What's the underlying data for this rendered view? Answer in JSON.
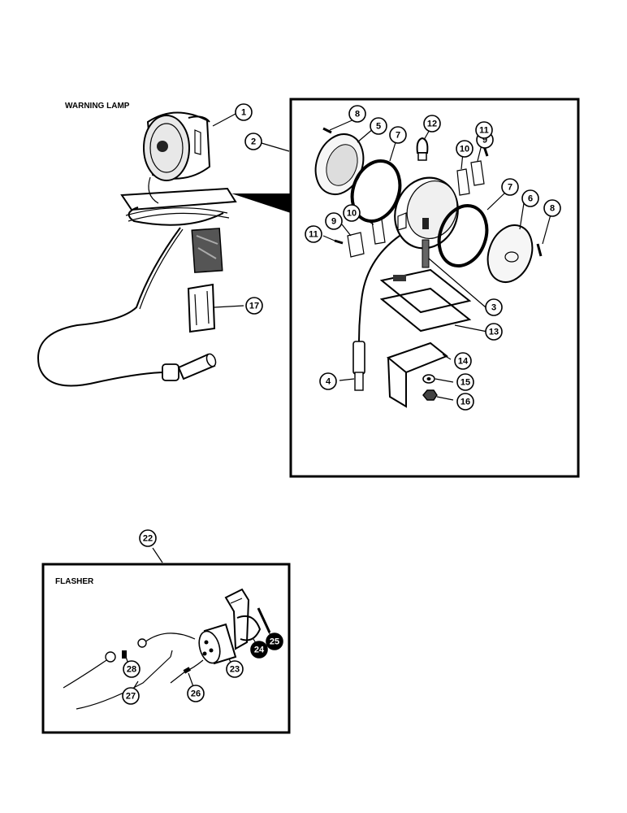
{
  "sections": {
    "warning_lamp_label": "WARNING LAMP",
    "flasher_label": "FLASHER"
  },
  "callouts": [
    {
      "id": "c1",
      "label": "1"
    },
    {
      "id": "c2",
      "label": "2"
    },
    {
      "id": "c8a",
      "label": "8"
    },
    {
      "id": "c5",
      "label": "5"
    },
    {
      "id": "c7a",
      "label": "7"
    },
    {
      "id": "c12",
      "label": "12"
    },
    {
      "id": "c10a",
      "label": "10"
    },
    {
      "id": "c9a",
      "label": "9"
    },
    {
      "id": "c11a",
      "label": "11"
    },
    {
      "id": "c7b",
      "label": "7"
    },
    {
      "id": "c6",
      "label": "6"
    },
    {
      "id": "c8b",
      "label": "8"
    },
    {
      "id": "c11b",
      "label": "11"
    },
    {
      "id": "c9b",
      "label": "9"
    },
    {
      "id": "c10b",
      "label": "10"
    },
    {
      "id": "c3",
      "label": "3"
    },
    {
      "id": "c13",
      "label": "13"
    },
    {
      "id": "c14",
      "label": "14"
    },
    {
      "id": "c4",
      "label": "4"
    },
    {
      "id": "c15",
      "label": "15"
    },
    {
      "id": "c16",
      "label": "16"
    },
    {
      "id": "c17",
      "label": "17"
    },
    {
      "id": "c22",
      "label": "22"
    },
    {
      "id": "c28",
      "label": "28"
    },
    {
      "id": "c23",
      "label": "23"
    },
    {
      "id": "c24",
      "label": "24"
    },
    {
      "id": "c25",
      "label": "25"
    },
    {
      "id": "c27",
      "label": "27"
    },
    {
      "id": "c26",
      "label": "26"
    }
  ]
}
